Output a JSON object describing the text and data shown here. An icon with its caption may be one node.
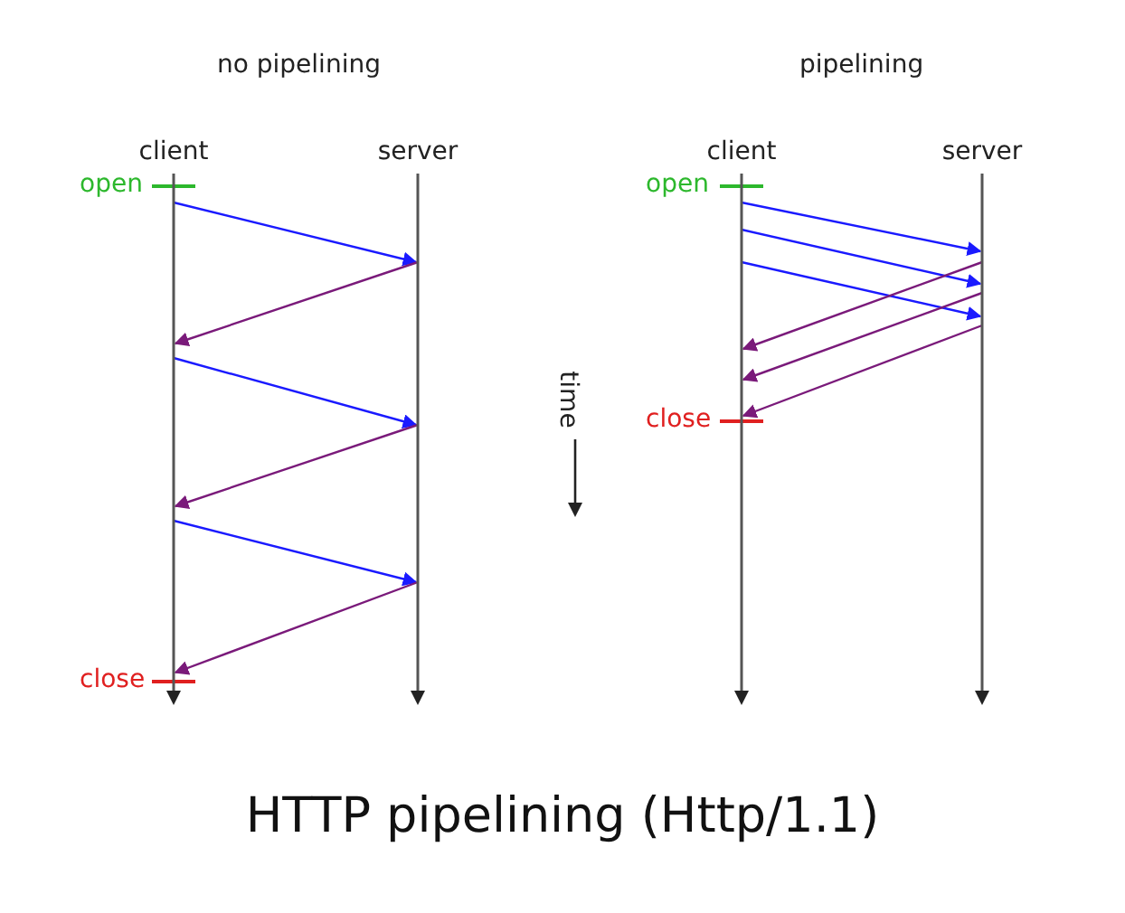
{
  "diagram": {
    "caption": "HTTP pipelining (Http/1.1)",
    "nodes": [
      {
        "text": [
          "client"
        ]
      },
      {
        "text": [
          "server"
        ]
      },
      {
        "text": [
          "client"
        ]
      },
      {
        "text": [
          "server"
        ]
      }
    ],
    "edges": [
      {
        "from": 0,
        "to": 1,
        "arrow": "to",
        "color": "#1a1aff"
      },
      {
        "from": 1,
        "to": 0,
        "arrow": "to",
        "color": "#7a1a7a"
      },
      {
        "from": 0,
        "to": 1,
        "arrow": "to",
        "color": "#1a1aff"
      },
      {
        "from": 1,
        "to": 0,
        "arrow": "to",
        "color": "#7a1a7a"
      },
      {
        "from": 0,
        "to": 1,
        "arrow": "to",
        "color": "#1a1aff"
      },
      {
        "from": 1,
        "to": 0,
        "arrow": "to",
        "color": "#7a1a7a"
      },
      {
        "from": 2,
        "to": 3,
        "arrow": "to",
        "color": "#1a1aff"
      },
      {
        "from": 2,
        "to": 3,
        "arrow": "to",
        "color": "#1a1aff"
      },
      {
        "from": 2,
        "to": 3,
        "arrow": "to",
        "color": "#1a1aff"
      },
      {
        "from": 3,
        "to": 2,
        "arrow": "to",
        "color": "#7a1a7a"
      },
      {
        "from": 3,
        "to": 2,
        "arrow": "to",
        "color": "#7a1a7a"
      },
      {
        "from": 3,
        "to": 2,
        "arrow": "to",
        "color": "#7a1a7a"
      }
    ],
    "labels": [
      "no pipelining",
      "pipelining",
      "open",
      "close",
      "time",
      "open",
      "close"
    ]
  }
}
